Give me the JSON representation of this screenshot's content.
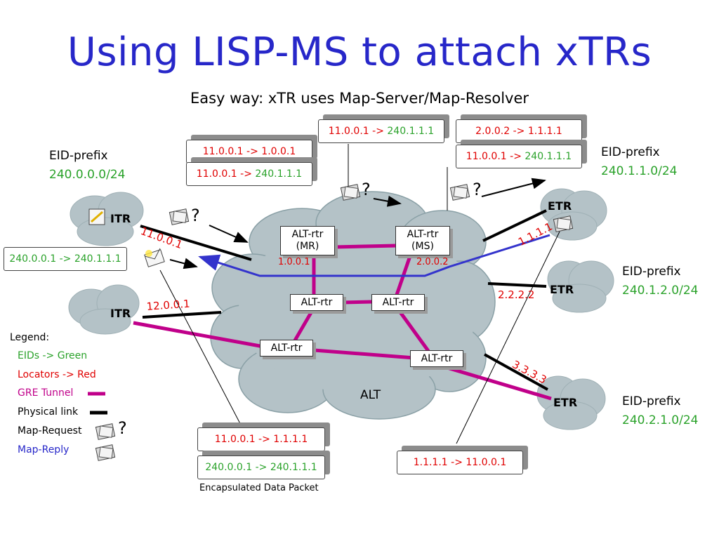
{
  "title": "Using LISP-MS to attach xTRs",
  "subtitle": "Easy way: xTR uses Map-Server/Map-Resolver",
  "cloud_label": "ALT",
  "routers": {
    "mr": "ALT-rtr\n(MR)",
    "ms": "ALT-rtr\n(MS)",
    "mid_left": "ALT-rtr",
    "mid_right": "ALT-rtr",
    "low_left": "ALT-rtr",
    "low_right": "ALT-rtr"
  },
  "router_addresses": {
    "mr": "1.0.0.1",
    "ms": "2.0.0.2"
  },
  "sites": {
    "itr1": {
      "label": "ITR",
      "eid_title": "EID-prefix",
      "eid": "240.0.0.0/24",
      "locator": "11.0.0.1"
    },
    "itr2": {
      "label": "ITR",
      "locator": "12.0.0.1"
    },
    "etr1": {
      "label": "ETR",
      "eid_title": "EID-prefix",
      "eid": "240.1.1.0/24",
      "locator": "1.1.1.1"
    },
    "etr2": {
      "label": "ETR",
      "eid_title": "EID-prefix",
      "eid": "240.1.2.0/24",
      "locator": "2.2.2.2"
    },
    "etr3": {
      "label": "ETR",
      "eid_title": "EID-prefix",
      "eid": "240.2.1.0/24",
      "locator": "3.3.3.3"
    }
  },
  "packets": {
    "p1_outer_src": "11.0.0.1",
    "p1_arrow": "->",
    "p1_outer_dst": "1.0.0.1",
    "p1_inner_src": "11.0.0.1",
    "p1_inner_arrow": "->",
    "p1_inner_dst": "240.1.1.1",
    "p2_src": "11.0.0.1",
    "p2_arrow": "->",
    "p2_dst": "240.1.1.1",
    "p3_outer": "2.0.0.2 -> 1.1.1.1",
    "p3_inner_src": "11.0.0.1",
    "p3_inner_arrow": "->",
    "p3_inner_dst": "240.1.1.1",
    "p4": "240.0.0.1 -> 240.1.1.1",
    "data_outer": "11.0.0.1 -> 1.1.1.1",
    "data_inner": "240.0.0.1 -> 240.1.1.1",
    "reply": "1.1.1.1 -> 11.0.0.1"
  },
  "encapsulated_caption": "Encapsulated Data Packet",
  "question_mark": "?",
  "legend": {
    "title": "Legend:",
    "eids": "EIDs -> Green",
    "locators": "Locators -> Red",
    "gre": "GRE Tunnel",
    "physical": "Physical link",
    "map_request": "Map-Request",
    "map_reply": "Map-Reply"
  },
  "colors": {
    "title": "#2727c9",
    "eid": "#2aa22a",
    "locator": "#e00000",
    "gre_tunnel": "#c0008a",
    "map_reply_path": "#3333cc",
    "cloud": "#b4c2c7"
  },
  "icons": [
    "envelope-icon",
    "question-envelope-icon"
  ]
}
